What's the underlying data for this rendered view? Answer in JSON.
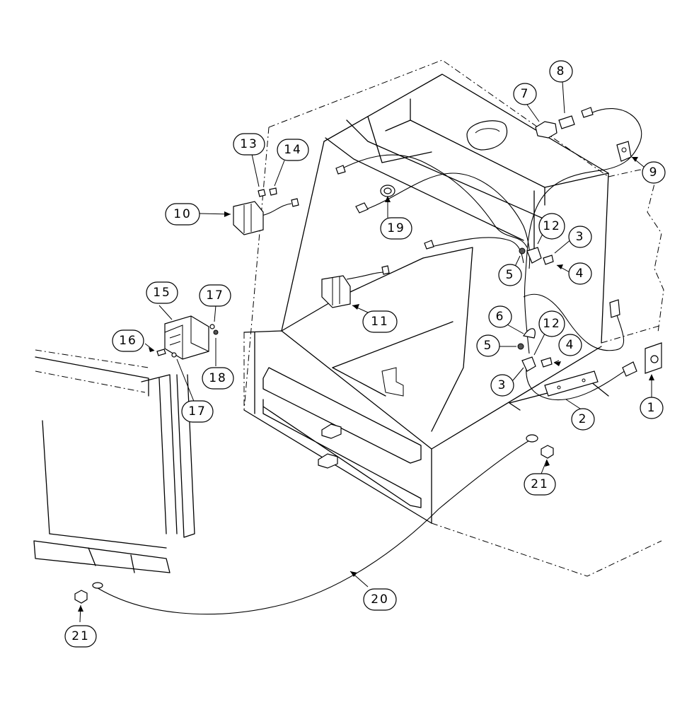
{
  "callouts": [
    {
      "id": "c1",
      "label": "1"
    },
    {
      "id": "c2",
      "label": "2"
    },
    {
      "id": "c3a",
      "label": "3"
    },
    {
      "id": "c3b",
      "label": "3"
    },
    {
      "id": "c4a",
      "label": "4"
    },
    {
      "id": "c4b",
      "label": "4"
    },
    {
      "id": "c5a",
      "label": "5"
    },
    {
      "id": "c5b",
      "label": "5"
    },
    {
      "id": "c6",
      "label": "6"
    },
    {
      "id": "c7",
      "label": "7"
    },
    {
      "id": "c8",
      "label": "8"
    },
    {
      "id": "c9",
      "label": "9"
    },
    {
      "id": "c10",
      "label": "10"
    },
    {
      "id": "c11",
      "label": "11"
    },
    {
      "id": "c12a",
      "label": "12"
    },
    {
      "id": "c12b",
      "label": "12"
    },
    {
      "id": "c13",
      "label": "13"
    },
    {
      "id": "c14",
      "label": "14"
    },
    {
      "id": "c15",
      "label": "15"
    },
    {
      "id": "c16",
      "label": "16"
    },
    {
      "id": "c17a",
      "label": "17"
    },
    {
      "id": "c17b",
      "label": "17"
    },
    {
      "id": "c18",
      "label": "18"
    },
    {
      "id": "c19",
      "label": "19"
    },
    {
      "id": "c20",
      "label": "20"
    },
    {
      "id": "c21a",
      "label": "21"
    },
    {
      "id": "c21b",
      "label": "21"
    }
  ]
}
